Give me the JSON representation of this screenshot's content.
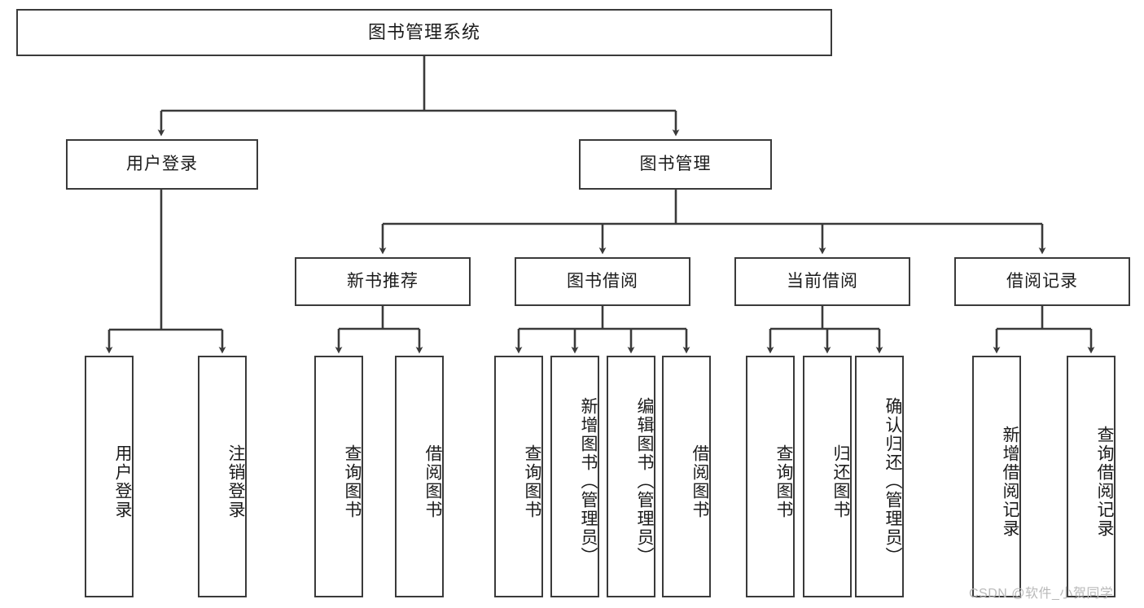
{
  "diagram": {
    "title": "图书管理系统",
    "type": "tree",
    "watermark": "CSDN @软件_小贺同学",
    "colors": {
      "box_border": "#3a3a3a",
      "box_fill": "#ffffff",
      "connector": "#3a3a3a",
      "text": "#1b1b1b",
      "watermark": "#b9b9b9"
    },
    "levels": {
      "level1": [
        "图书管理系统"
      ],
      "level2": [
        "用户登录",
        "图书管理"
      ],
      "level3": [
        "新书推荐",
        "图书借阅",
        "当前借阅",
        "借阅记录"
      ],
      "level4": [
        "用户登录",
        "注销登录",
        "查询图书",
        "借阅图书",
        "查询图书",
        "新增图书（管理员）",
        "编辑图书（管理员）",
        "借阅图书",
        "查询图书",
        "归还图书",
        "确认归还（管理员）",
        "新增借阅记录",
        "查询借阅记录"
      ]
    },
    "nodes": {
      "root": {
        "label": "图书管理系统"
      },
      "user_login": {
        "label": "用户登录"
      },
      "book_manage": {
        "label": "图书管理"
      },
      "new_book_rec": {
        "label": "新书推荐"
      },
      "book_borrow": {
        "label": "图书借阅"
      },
      "current_borrow": {
        "label": "当前借阅"
      },
      "borrow_record": {
        "label": "借阅记录"
      },
      "leaf_user_login": {
        "label": "用户登录"
      },
      "leaf_logout": {
        "label": "注销登录"
      },
      "leaf_nbr_query": {
        "label": "查询图书"
      },
      "leaf_nbr_borrow": {
        "label": "借阅图书"
      },
      "leaf_bb_query": {
        "label": "查询图书"
      },
      "leaf_bb_add": {
        "label": "新增图书（管理员）"
      },
      "leaf_bb_edit": {
        "label": "编辑图书（管理员）"
      },
      "leaf_bb_borrow": {
        "label": "借阅图书"
      },
      "leaf_cb_query": {
        "label": "查询图书"
      },
      "leaf_cb_return": {
        "label": "归还图书"
      },
      "leaf_cb_confirm": {
        "label": "确认归还（管理员）"
      },
      "leaf_br_add": {
        "label": "新增借阅记录"
      },
      "leaf_br_query": {
        "label": "查询借阅记录"
      }
    },
    "edges": [
      {
        "from": "图书管理系统",
        "to": "用户登录"
      },
      {
        "from": "图书管理系统",
        "to": "图书管理"
      },
      {
        "from": "用户登录",
        "to": "用户登录"
      },
      {
        "from": "用户登录",
        "to": "注销登录"
      },
      {
        "from": "图书管理",
        "to": "新书推荐"
      },
      {
        "from": "图书管理",
        "to": "图书借阅"
      },
      {
        "from": "图书管理",
        "to": "当前借阅"
      },
      {
        "from": "图书管理",
        "to": "借阅记录"
      },
      {
        "from": "新书推荐",
        "to": "查询图书"
      },
      {
        "from": "新书推荐",
        "to": "借阅图书"
      },
      {
        "from": "图书借阅",
        "to": "查询图书"
      },
      {
        "from": "图书借阅",
        "to": "新增图书（管理员）"
      },
      {
        "from": "图书借阅",
        "to": "编辑图书（管理员）"
      },
      {
        "from": "图书借阅",
        "to": "借阅图书"
      },
      {
        "from": "当前借阅",
        "to": "查询图书"
      },
      {
        "from": "当前借阅",
        "to": "归还图书"
      },
      {
        "from": "当前借阅",
        "to": "确认归还（管理员）"
      },
      {
        "from": "借阅记录",
        "to": "新增借阅记录"
      },
      {
        "from": "借阅记录",
        "to": "查询借阅记录"
      }
    ]
  }
}
